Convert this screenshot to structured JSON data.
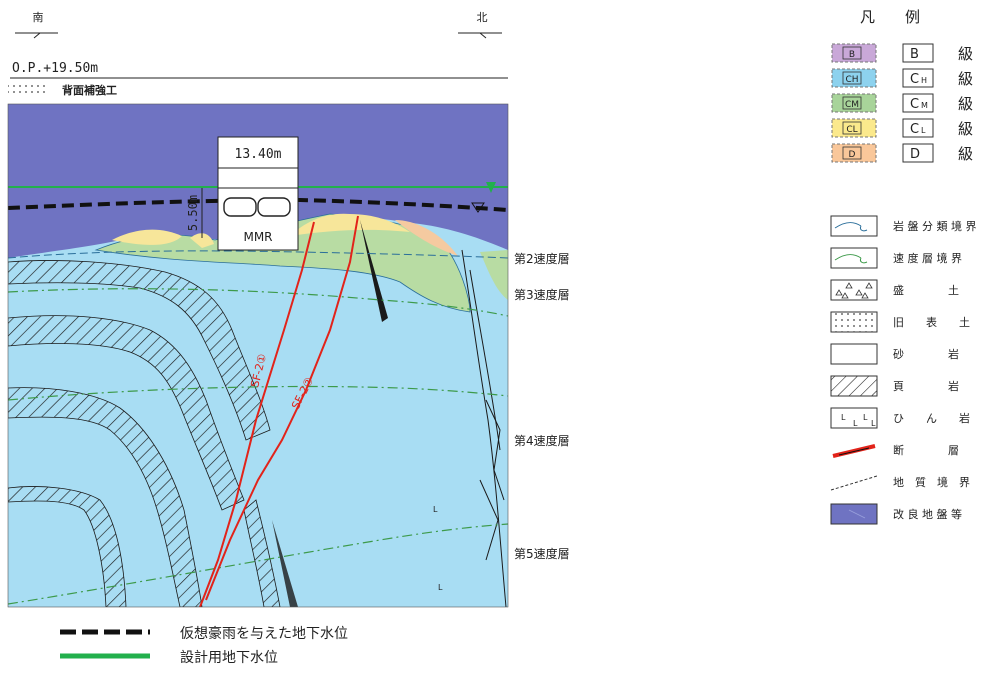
{
  "section": {
    "south_label": "南",
    "north_label": "北",
    "elevation_label": "O.P.+19.50m",
    "backfill_label": "背面補強工",
    "width_label": "13.40m",
    "height_label": "5.50m",
    "structure_label": "MMR",
    "fault_labels": [
      "SF-2①",
      "SF-2②"
    ],
    "velocity_layers": [
      "第2速度層",
      "第3速度層",
      "第4速度層",
      "第5速度層"
    ]
  },
  "legend": {
    "title": "凡　　例",
    "rock_grades": [
      {
        "box": "B",
        "code": "B",
        "sub": "",
        "suffix": "級",
        "color": "#c9a8d8"
      },
      {
        "box": "CH",
        "code": "C",
        "sub": "H",
        "suffix": "級",
        "color": "#8dd2ee"
      },
      {
        "box": "CM",
        "code": "C",
        "sub": "M",
        "suffix": "級",
        "color": "#a8d49a"
      },
      {
        "box": "CL",
        "code": "C",
        "sub": "L",
        "suffix": "級",
        "color": "#fbe98c"
      },
      {
        "box": "D",
        "code": "D",
        "sub": "",
        "suffix": "級",
        "color": "#f9c79a"
      }
    ],
    "symbols": [
      {
        "icon": "rock-boundary-icon",
        "label": "岩 盤 分 類 境 界"
      },
      {
        "icon": "velocity-boundary-icon",
        "label": "速 度 層 境 界"
      },
      {
        "icon": "fill-icon",
        "label": "盛　　　　土"
      },
      {
        "icon": "old-surface-icon",
        "label": "旧　　表　　土"
      },
      {
        "icon": "sandstone-icon",
        "label": "砂　　　　岩"
      },
      {
        "icon": "shale-icon",
        "label": "頁　　　　岩"
      },
      {
        "icon": "diabase-icon",
        "label": "ひ　　ん　　岩"
      },
      {
        "icon": "fault-icon",
        "label": "断　　　　層"
      },
      {
        "icon": "geologic-boundary-icon",
        "label": "地　質　境　界"
      },
      {
        "icon": "improved-ground-icon",
        "label": "改 良 地 盤 等"
      }
    ]
  },
  "water_legend": [
    {
      "icon": "dashed-line-icon",
      "label": "仮想豪雨を与えた地下水位"
    },
    {
      "icon": "green-line-icon",
      "label": "設計用地下水位"
    }
  ],
  "colors": {
    "improved_ground": "#6f73c2",
    "rock_ch": "#a8ddf3",
    "rock_cm": "#b8dca3",
    "rock_cl": "#f7e69a",
    "rock_d": "#f5caa0",
    "fault": "#e2231a",
    "design_water": "#22b04c"
  }
}
